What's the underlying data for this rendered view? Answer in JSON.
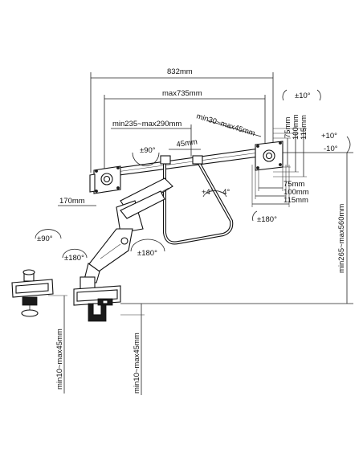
{
  "dimensions": {
    "total_width": "832mm",
    "max_width": "max735mm",
    "arm_range": "min235~max290mm",
    "arm_extension": "min30~max45mm",
    "offset": "45mm",
    "arm_height": "170mm",
    "vesa_75": "75mm",
    "vesa_100": "100mm",
    "vesa_115": "115mm",
    "height_range": "min265~max560mm",
    "clamp_thickness_1": "min10~max45mm",
    "clamp_thickness_2": "min10~max45mm"
  },
  "angles": {
    "tilt_top": "±10°",
    "tilt_plus": "+10°",
    "tilt_minus": "-10°",
    "rotate_plus": "+4°",
    "rotate_minus": "-4°",
    "swivel_monitor": "±180°",
    "left_90": "±90°",
    "base_90": "±90°",
    "base_180": "±180°",
    "joint_180": "±180°"
  }
}
